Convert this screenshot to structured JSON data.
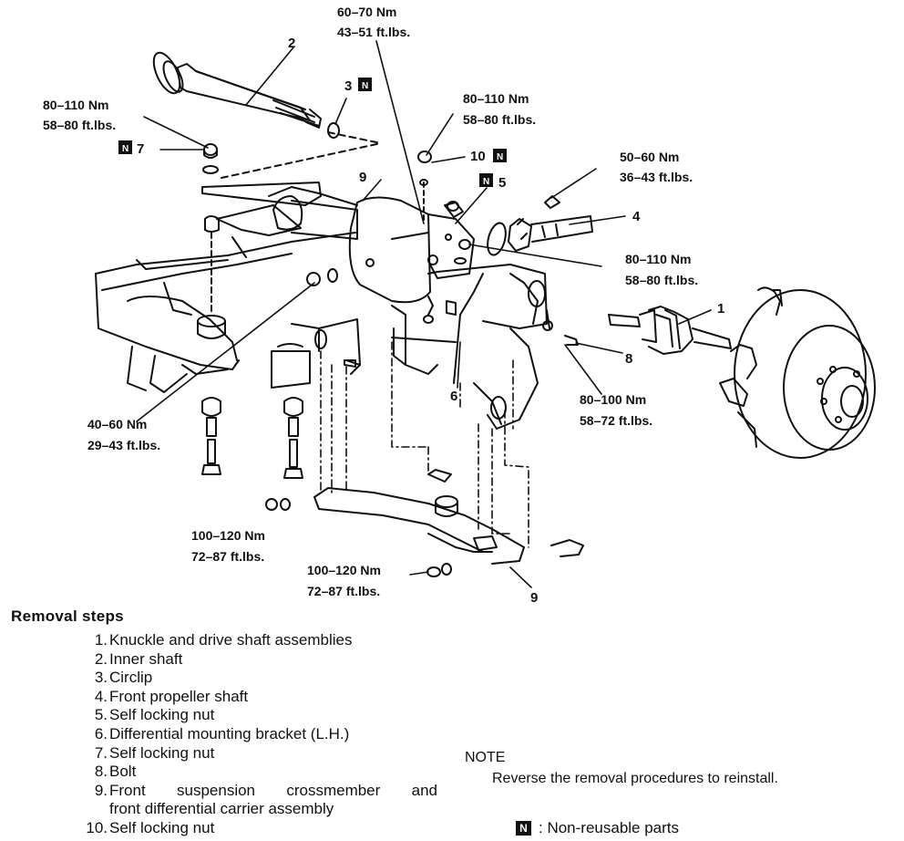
{
  "torques": {
    "t1_nm": "60–70 Nm",
    "t1_ft": "43–51 ft.lbs.",
    "t2_nm": "80–110 Nm",
    "t2_ft": "58–80 ft.lbs.",
    "t3_nm": "80–110 Nm",
    "t3_ft": "58–80 ft.lbs.",
    "t4_nm": "50–60 Nm",
    "t4_ft": "36–43 ft.lbs.",
    "t5_nm": "80–110 Nm",
    "t5_ft": "58–80 ft.lbs.",
    "t6_nm": "80–100 Nm",
    "t6_ft": "58–72 ft.lbs.",
    "t7_nm": "40–60 Nm",
    "t7_ft": "29–43 ft.lbs.",
    "t8_nm": "100–120 Nm",
    "t8_ft": "72–87 ft.lbs.",
    "t9_nm": "100–120 Nm",
    "t9_ft": "72–87 ft.lbs."
  },
  "callouts": {
    "c1": "1",
    "c2": "2",
    "c3": "3",
    "c4": "4",
    "c5": "5",
    "c6": "6",
    "c7": "7",
    "c8": "8",
    "c9a": "9",
    "c9b": "9",
    "c10": "10",
    "n_badge": "N"
  },
  "removal": {
    "title": "Removal steps",
    "steps": [
      {
        "n": "1.",
        "t": "Knuckle and drive shaft assemblies"
      },
      {
        "n": "2.",
        "t": "Inner shaft"
      },
      {
        "n": "3.",
        "t": "Circlip"
      },
      {
        "n": "4.",
        "t": "Front propeller shaft"
      },
      {
        "n": "5.",
        "t": "Self locking nut"
      },
      {
        "n": "6.",
        "t": "Differential mounting bracket (L.H.)"
      },
      {
        "n": "7.",
        "t": "Self locking nut"
      },
      {
        "n": "8.",
        "t": "Bolt"
      },
      {
        "n": "9.",
        "t": "Front suspension crossmember and",
        "t2": "front differential carrier assembly"
      },
      {
        "n": "10.",
        "t": "Self locking nut"
      }
    ]
  },
  "note": {
    "title": "NOTE",
    "text": "Reverse the removal procedures to reinstall."
  },
  "legend": {
    "badge": "N",
    "text": ": Non-reusable parts"
  }
}
